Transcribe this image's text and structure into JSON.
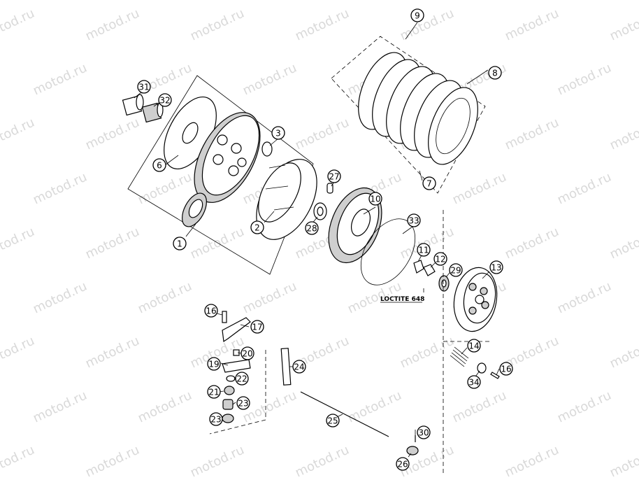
{
  "watermark": "motod.ru",
  "note": "LOCTITE 648",
  "callouts": [
    "1",
    "2",
    "3",
    "6",
    "7",
    "8",
    "9",
    "10",
    "11",
    "12",
    "13",
    "14",
    "16",
    "16",
    "17",
    "19",
    "20",
    "21",
    "22",
    "23",
    "23",
    "24",
    "25",
    "26",
    "27",
    "28",
    "29",
    "30",
    "31",
    "32",
    "33",
    "34"
  ]
}
